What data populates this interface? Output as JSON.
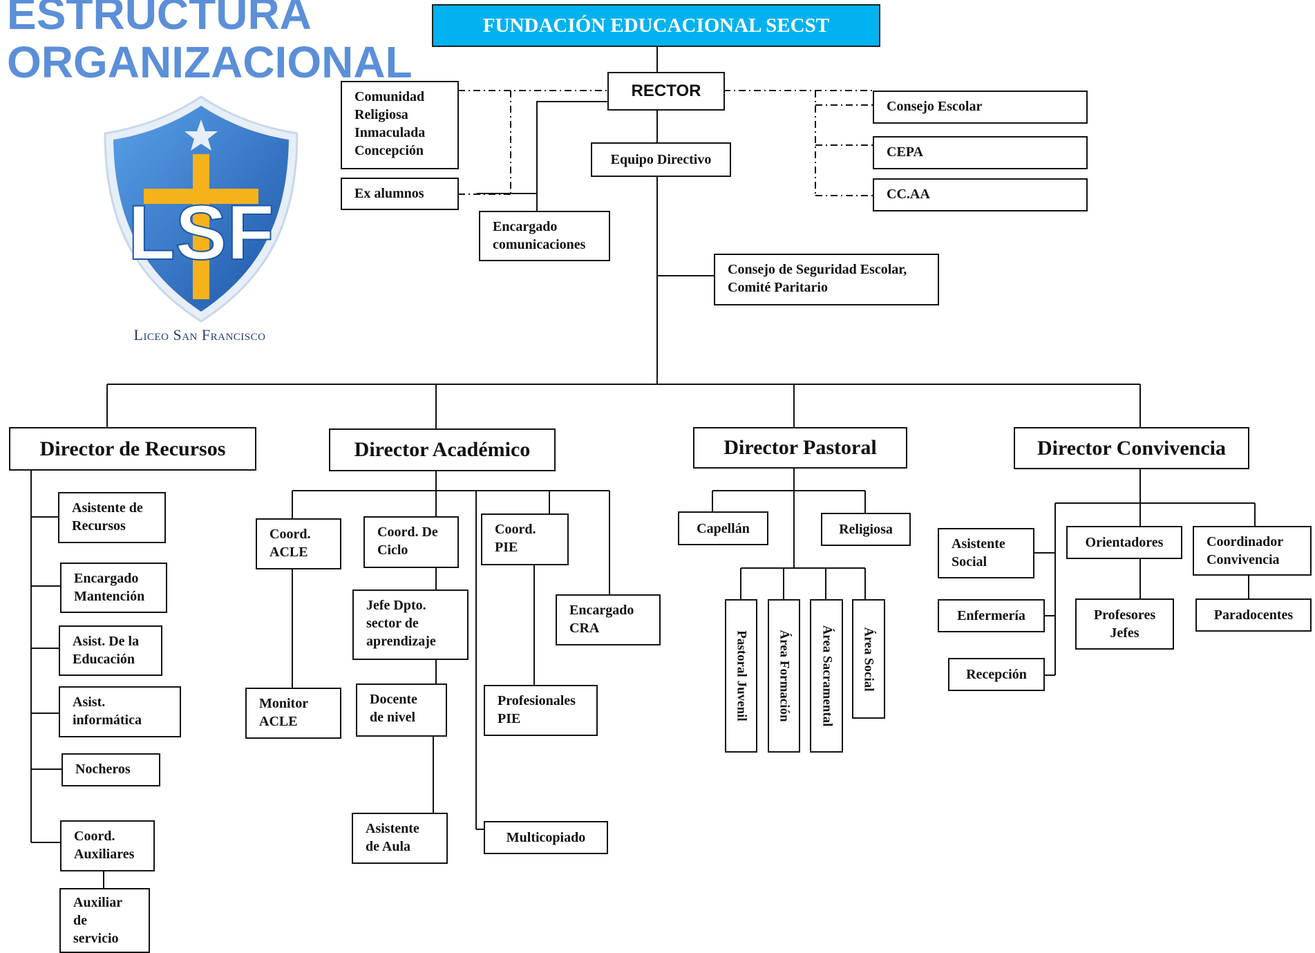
{
  "title": {
    "line1": "ESTRUCTURA",
    "line2": "ORGANIZACIONAL"
  },
  "logo": {
    "monogram": "LSF",
    "caption": "Liceo San Francisco",
    "colors": {
      "shield": "#2d6fc0",
      "cross": "#f5b21b",
      "text": "#1f3e73"
    }
  },
  "colors": {
    "title": "#5b8fd8",
    "top_box": "#00b2ef",
    "lines": "#111111"
  },
  "nodes": {
    "fundacion": "FUNDACIÓN EDUCACIONAL SECST",
    "rector": "RECTOR",
    "comunidad": "Comunidad\nReligiosa\nInmaculada\nConcepción",
    "ex_alumnos": "Ex alumnos",
    "equipo_directivo": "Equipo Directivo",
    "encargado_comunicaciones": "Encargado\ncomunicaciones",
    "consejo_escolar": "Consejo Escolar",
    "cepa": "CEPA",
    "ccaa": "CC.AA",
    "consejo_seguridad": "Consejo de Seguridad Escolar,\nComité Paritario",
    "director_recursos": "Director de Recursos",
    "director_academico": "Director Académico",
    "director_pastoral": "Director Pastoral",
    "director_convivencia": "Director Convivencia",
    "asistente_recursos": "Asistente de\nRecursos",
    "encargado_mantencion": "Encargado\nMantención",
    "asist_educacion": "Asist. De la\nEducación",
    "asist_informatica": "Asist.\ninformática",
    "nocheros": "Nocheros",
    "coord_auxiliares": "Coord.\nAuxiliares",
    "auxiliar_servicio": "Auxiliar\nde\nservicio",
    "coord_acle": "Coord.\nACLE",
    "monitor_acle": "Monitor\nACLE",
    "coord_ciclo": "Coord. De\nCiclo",
    "jefe_dpto": "Jefe Dpto.\nsector de\naprendizaje",
    "docente_nivel": "Docente\nde nivel",
    "asistente_aula": "Asistente\nde Aula",
    "coord_pie": "Coord.\nPIE",
    "profesionales_pie": "Profesionales\nPIE",
    "encargado_cra": "Encargado\nCRA",
    "multicopiado": "Multicopiado",
    "capellan": "Capellán",
    "religiosa": "Religiosa",
    "pastoral_juvenil": "Pastoral Juvenil",
    "area_formacion": "Área Formación",
    "area_sacramental": "Área Sacramental",
    "area_social": "Área Social",
    "asistente_social": "Asistente\nSocial",
    "enfermeria": "Enfermería",
    "recepcion": "Recepción",
    "orientadores": "Orientadores",
    "profesores_jefes": "Profesores\nJefes",
    "coordinador_convivencia": "Coordinador\nConvivencia",
    "paradocentes": "Paradocentes"
  }
}
